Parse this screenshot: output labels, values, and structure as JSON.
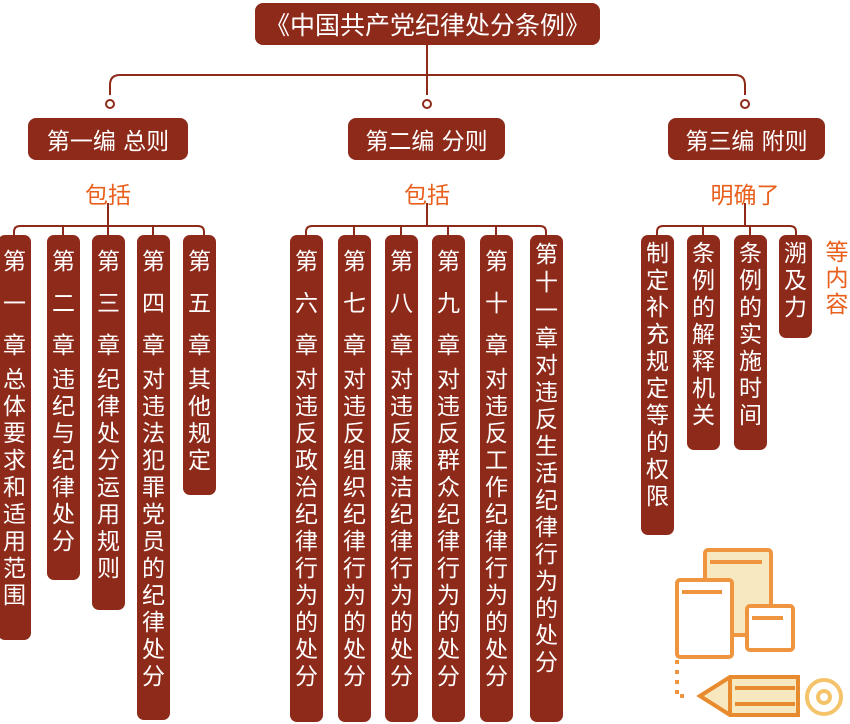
{
  "title": "《中国共产党纪律处分条例》",
  "parts": [
    {
      "label": "第一编  总则",
      "connector": "包括"
    },
    {
      "label": "第二编  分则",
      "connector": "包括"
    },
    {
      "label": "第三编  附则",
      "connector": "明确了"
    }
  ],
  "chapters1": [
    {
      "head": "第一章",
      "body": "总体要求和适用范围"
    },
    {
      "head": "第二章",
      "body": "违纪与纪律处分"
    },
    {
      "head": "第三章",
      "body": "纪律处分运用规则"
    },
    {
      "head": "第四章",
      "body": "对违法犯罪党员的纪律处分"
    },
    {
      "head": "第五章",
      "body": "其他规定"
    }
  ],
  "chapters2": [
    {
      "head": "第六章",
      "body": "对违反政治纪律行为的处分"
    },
    {
      "head": "第七章",
      "body": "对违反组织纪律行为的处分"
    },
    {
      "head": "第八章",
      "body": "对违反廉洁纪律行为的处分"
    },
    {
      "head": "第九章",
      "body": "对违反群众纪律行为的处分"
    },
    {
      "head": "第十章",
      "body": "对违反工作纪律行为的处分"
    },
    {
      "head": "第十一章",
      "body": "对违反生活纪律行为的处分"
    }
  ],
  "appendix": [
    "制定补充规定等的权限",
    "条例的解释机关",
    "条例的实施时间",
    "溯及力"
  ],
  "appendix_more": "等内容",
  "colors": {
    "box": "#8e2a1a",
    "accent": "#e8601c",
    "icon": "#f0953f",
    "icon_fill": "#f8e8c0"
  },
  "icon": "documents-pencil-gear-icon"
}
